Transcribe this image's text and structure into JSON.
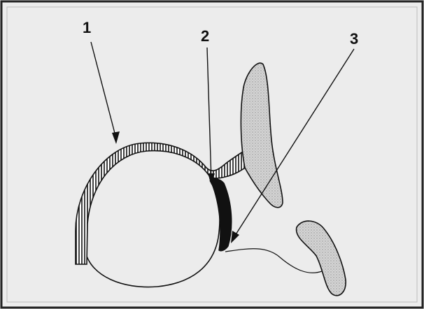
{
  "labels": {
    "one": "1",
    "two": "2",
    "three": "3"
  },
  "colors": {
    "background": "#ececec",
    "ink": "#111111",
    "stipple": "#d0d0d0"
  }
}
